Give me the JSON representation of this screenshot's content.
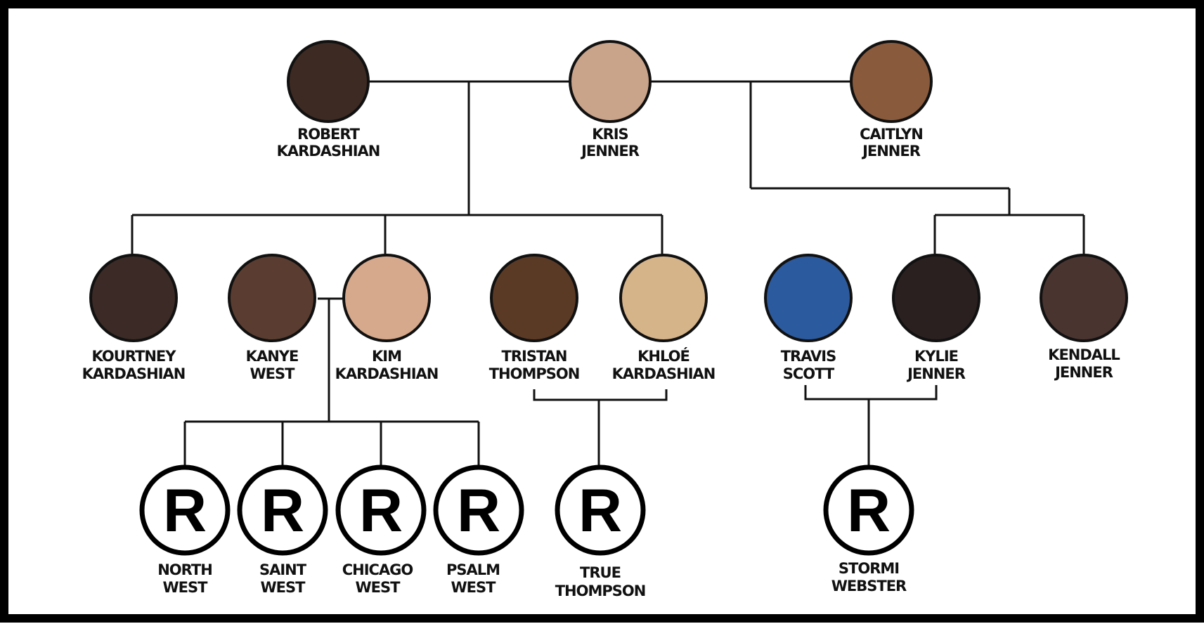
{
  "people": {
    "robert": {
      "line1": "ROBERT",
      "line2": "KARDASHIAN",
      "avatar_color": "#3d2a22"
    },
    "kris": {
      "line1": "KRIS",
      "line2": "JENNER",
      "avatar_color": "#c9a38a"
    },
    "caitlyn": {
      "line1": "CAITLYN",
      "line2": "JENNER",
      "avatar_color": "#8a5a3c"
    },
    "kourtney": {
      "line1": "KOURTNEY",
      "line2": "KARDASHIAN",
      "avatar_color": "#3b2a25"
    },
    "kanye": {
      "line1": "KANYE",
      "line2": "WEST",
      "avatar_color": "#5a3d30"
    },
    "kim": {
      "line1": "KIM",
      "line2": "KARDASHIAN",
      "avatar_color": "#d7a98c"
    },
    "tristan": {
      "line1": "TRISTAN",
      "line2": "THOMPSON",
      "avatar_color": "#5b3a25"
    },
    "khloe": {
      "line1": "KHLOÉ",
      "line2": "KARDASHIAN",
      "avatar_color": "#d6b48a"
    },
    "travis": {
      "line1": "TRAVIS",
      "line2": "SCOTT",
      "avatar_color": "#2c5a9e"
    },
    "kylie": {
      "line1": "KYLIE",
      "line2": "JENNER",
      "avatar_color": "#2a2020"
    },
    "kendall": {
      "line1": "KENDALL",
      "line2": "JENNER",
      "avatar_color": "#4a3430"
    }
  },
  "children": {
    "north": {
      "symbol": "R",
      "line1": "NORTH",
      "line2": "WEST"
    },
    "saint": {
      "symbol": "R",
      "line1": "SAINT",
      "line2": "WEST"
    },
    "chicago": {
      "symbol": "R",
      "line1": "CHICAGO",
      "line2": "WEST"
    },
    "psalm": {
      "symbol": "R",
      "line1": "PSALM",
      "line2": "WEST"
    },
    "true": {
      "symbol": "R",
      "line1": "TRUE",
      "line2": "THOMPSON"
    },
    "stormi": {
      "symbol": "R",
      "line1": "STORMI",
      "line2": "WEBSTER"
    }
  }
}
